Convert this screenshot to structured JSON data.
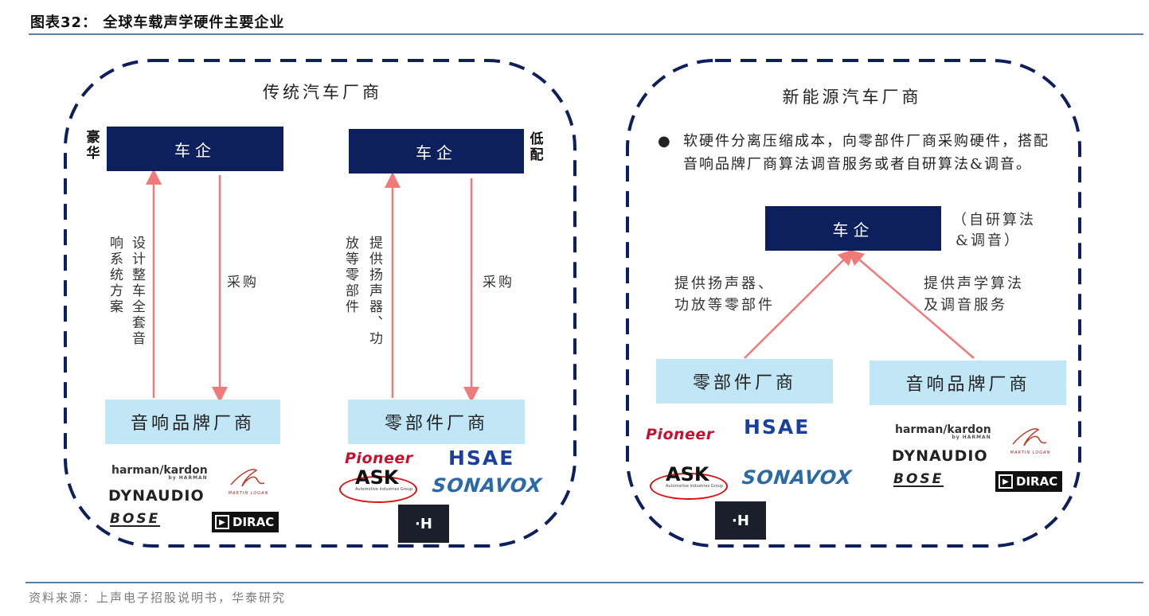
{
  "figure": {
    "title": "图表32： 全球车载声学硬件主要企业",
    "source": "资料来源：上声电子招股说明书，华泰研究"
  },
  "colors": {
    "frame": "#0d1f5c",
    "dark_box": "#0d1f5c",
    "light_box": "#c1e6f6",
    "arrow": "#f07a7a",
    "rule": "#5b7fa8"
  },
  "left_panel": {
    "title": "传统汽车厂商",
    "luxury": {
      "tag": "豪华",
      "top_box": "车企",
      "bottom_box": "音响品牌厂商",
      "up_label_col1": "设计整车全套音",
      "up_label_col2": "响系统方案",
      "down_label": "采购",
      "logos": [
        "harman/kardon",
        "by HARMAN",
        "DYNAUDIO",
        "BOSE",
        "DIRAC",
        "MARTIN LOGAN"
      ]
    },
    "low_end": {
      "tag": "低配",
      "top_box": "车企",
      "bottom_box": "零部件厂商",
      "up_label_col1": "提供扬声器、功",
      "up_label_col2": "放等零部件",
      "down_label": "采购",
      "logos": [
        "Pioneer",
        "HSAE",
        "ASK",
        "Automotive Industries Group",
        "SONAVOX",
        "·H"
      ]
    }
  },
  "right_panel": {
    "title": "新能源汽车厂商",
    "bullet": "软硬件分离压缩成本，向零部件厂商采购硬件，搭配音响品牌厂商算法调音服务或者自研算法&调音。",
    "top_box": "车企",
    "side_note_line1": "（自研算法",
    "side_note_line2": "&调音）",
    "left_label_line1": "提供扬声器、",
    "left_label_line2": "功放等零部件",
    "right_label_line1": "提供声学算法",
    "right_label_line2": "及调音服务",
    "left_box": "零部件厂商",
    "right_box": "音响品牌厂商",
    "left_logos": [
      "Pioneer",
      "HSAE",
      "ASK",
      "Automotive Industries Group",
      "SONAVOX",
      "·H"
    ],
    "right_logos": [
      "harman/kardon",
      "by HARMAN",
      "DYNAUDIO",
      "BOSE",
      "DIRAC",
      "MARTIN LOGAN"
    ]
  }
}
